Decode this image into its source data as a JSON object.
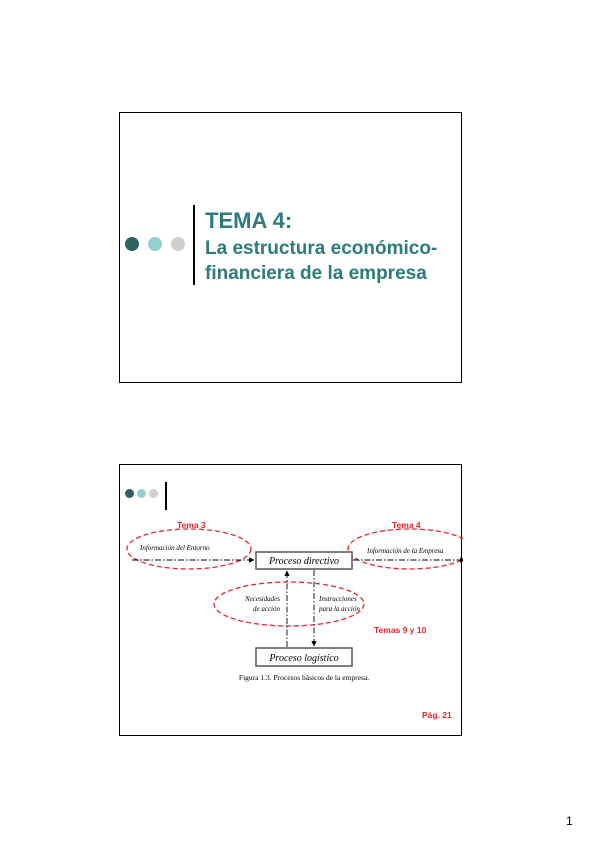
{
  "colors": {
    "accent": "#2e7b7c",
    "dot_dark": "#2f6163",
    "dot_mid": "#93cfcc",
    "dot_light": "#cfcfcf",
    "highlight_red": "#e8252a"
  },
  "slide1": {
    "title": "TEMA 4:",
    "subtitle_line1": "La estructura económico-",
    "subtitle_line2": "financiera de la empresa"
  },
  "slide2": {
    "tema3_label": "Tema 3",
    "tema4_label": "Tema 4",
    "temas_9_10_label": "Temas 9 y 10",
    "info_entorno": "Información del Entorno",
    "info_empresa": "Información de la Empresa",
    "proceso_directivo": "Proceso directivo",
    "necesidades_line1": "Necesidades",
    "necesidades_line2": "de acción",
    "instrucciones_line1": "Instrucciones",
    "instrucciones_line2": "para la acción",
    "proceso_logistico": "Proceso logístico",
    "caption": "Figura 1.3. Procesos básicos de la empresa.",
    "page_ref": "Pág. 21"
  },
  "page_number": "1"
}
